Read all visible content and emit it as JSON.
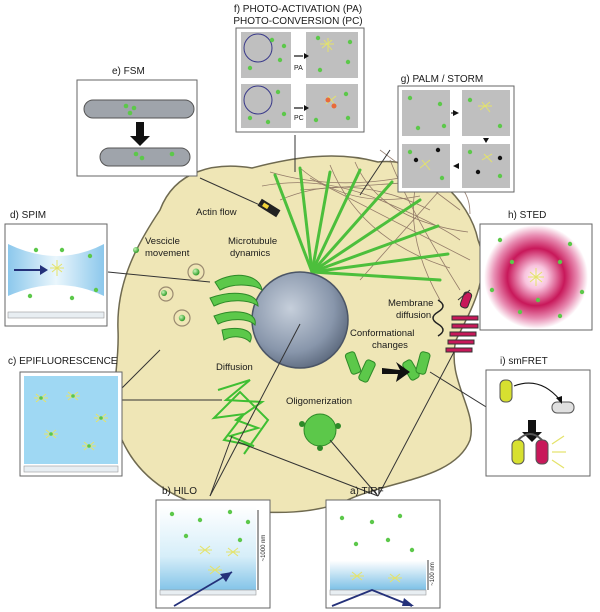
{
  "panels": {
    "f_line1": "f) PHOTO-ACTIVATION (PA)",
    "f_line2": "PHOTO-CONVERSION (PC)",
    "f_pa": "PA",
    "f_pc": "PC",
    "e": "e) FSM",
    "g": "g) PALM / STORM",
    "d": "d) SPIM",
    "h": "h) STED",
    "c": "c) EPIFLUORESCENCE",
    "i": "i) smFRET",
    "b": "b) HILO",
    "b_depth": "~1000 nm",
    "a": "a) TIRF",
    "a_depth": "~100 nm"
  },
  "cell_labels": {
    "actin_flow": "Actin flow",
    "vescicle_1": "Vescicle",
    "vescicle_2": "movement",
    "microtubule_1": "Microtubule",
    "microtubule_2": "dynamics",
    "membrane_1": "Membrane",
    "membrane_2": "diffusion",
    "conformational_1": "Conformational",
    "conformational_2": "changes",
    "diffusion": "Diffusion",
    "oligomerization": "Oligomerization"
  },
  "colors": {
    "cell": "#efe6b6",
    "nucleus": "#8d9bb0",
    "green": "#5cc84a",
    "panel_gray": "#bfbfbf",
    "blue_gradient": "#bfe4f5",
    "sted_magenta": "#c8185a",
    "arrow_blue": "#24317a"
  }
}
